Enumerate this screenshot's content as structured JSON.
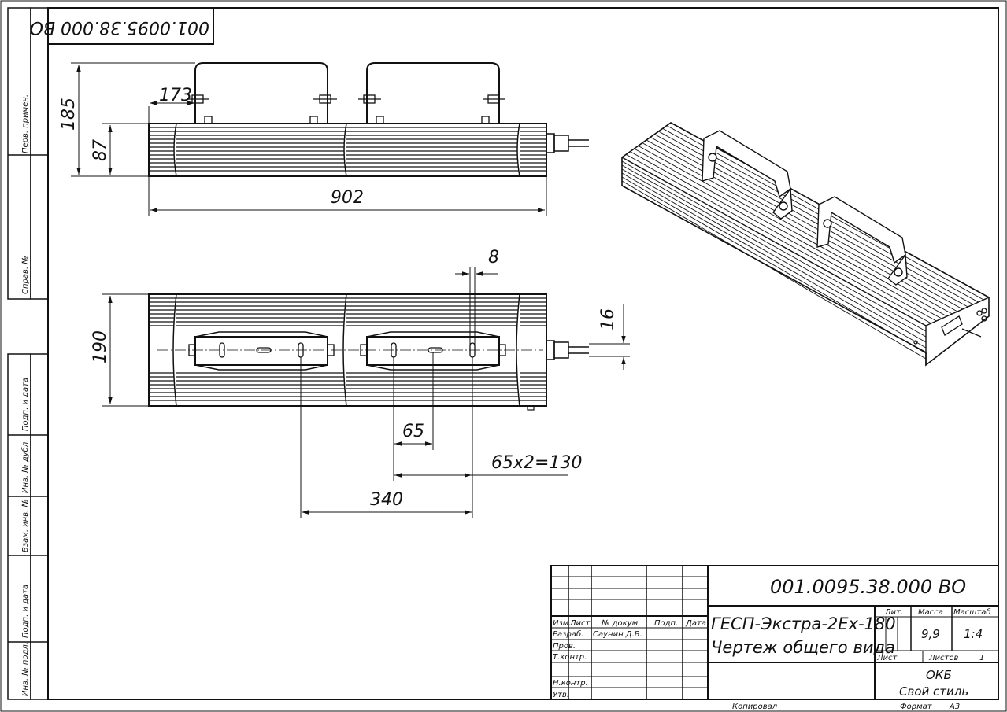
{
  "drawing_number": "001.0095.38.000 ВО",
  "drawing_number_rotated": "001.0095.38.000 ВО",
  "product_name": "ГЕСП-Экстра-2Ex-180",
  "document_title": "Чертеж общего вида",
  "dimensions": {
    "d173": "173",
    "d185": "185",
    "d87": "87",
    "d902": "902",
    "d8": "8",
    "d190": "190",
    "d16": "16",
    "d65": "65",
    "d65x2": "65x2=130",
    "d340": "340"
  },
  "side_labels": {
    "perv_primen": "Перв. примен.",
    "sprav": "Справ. №",
    "podp_data_1": "Подп. и дата",
    "inv_dubl": "Инв. № дубл.",
    "vzam_inv": "Взам. инв. №",
    "podp_data_2": "Подп. и дата",
    "inv_podl": "Инв. № подл."
  },
  "title_block": {
    "izm": "Изм.",
    "list": "Лист",
    "n_dokum": "№ докум.",
    "podp": "Подп.",
    "data": "Дата",
    "razrab": "Разраб.",
    "razrab_name": "Саунин Д.В.",
    "prov": "Пров.",
    "tkontr": "Т.контр.",
    "nkontr": "Н.контр.",
    "utv": "Утв.",
    "lit": "Лит.",
    "massa": "Масса",
    "masshtab": "Масштаб",
    "massa_value": "9,9",
    "masshtab_value": "1:4",
    "list_label": "Лист",
    "listov_label": "Листов",
    "listov_value": "1",
    "org_line1": "ОКБ",
    "org_line2": "Свой стиль",
    "kopiroval": "Копировал",
    "format": "Формат",
    "format_value": "А3"
  },
  "colors": {
    "line": "#111111",
    "paper": "#ffffff"
  }
}
